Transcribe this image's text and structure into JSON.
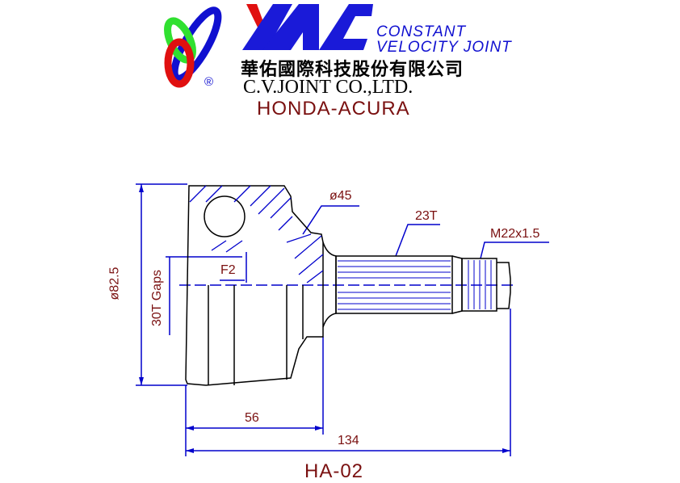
{
  "header": {
    "logo_text": "YAC",
    "registered_mark": "®",
    "tagline_line1": "CONSTANT",
    "tagline_line2": "VELOCITY JOINT",
    "company_chinese": "華佑國際科技股份有限公司",
    "company_english": "C.V.JOINT CO.,LTD.",
    "application": "HONDA-ACURA"
  },
  "drawing": {
    "outer_diameter": "ø82.5",
    "inner_spline": "30T Gaps",
    "seal_diameter": "ø45",
    "shaft_spline": "23T",
    "thread": "M22x1.5",
    "feature": "F2",
    "length_to_flange": "56",
    "overall_length": "134",
    "part_number": "HA-02"
  },
  "colors": {
    "line": "#0000cc",
    "label": "#7a1010",
    "outline": "#000000"
  }
}
